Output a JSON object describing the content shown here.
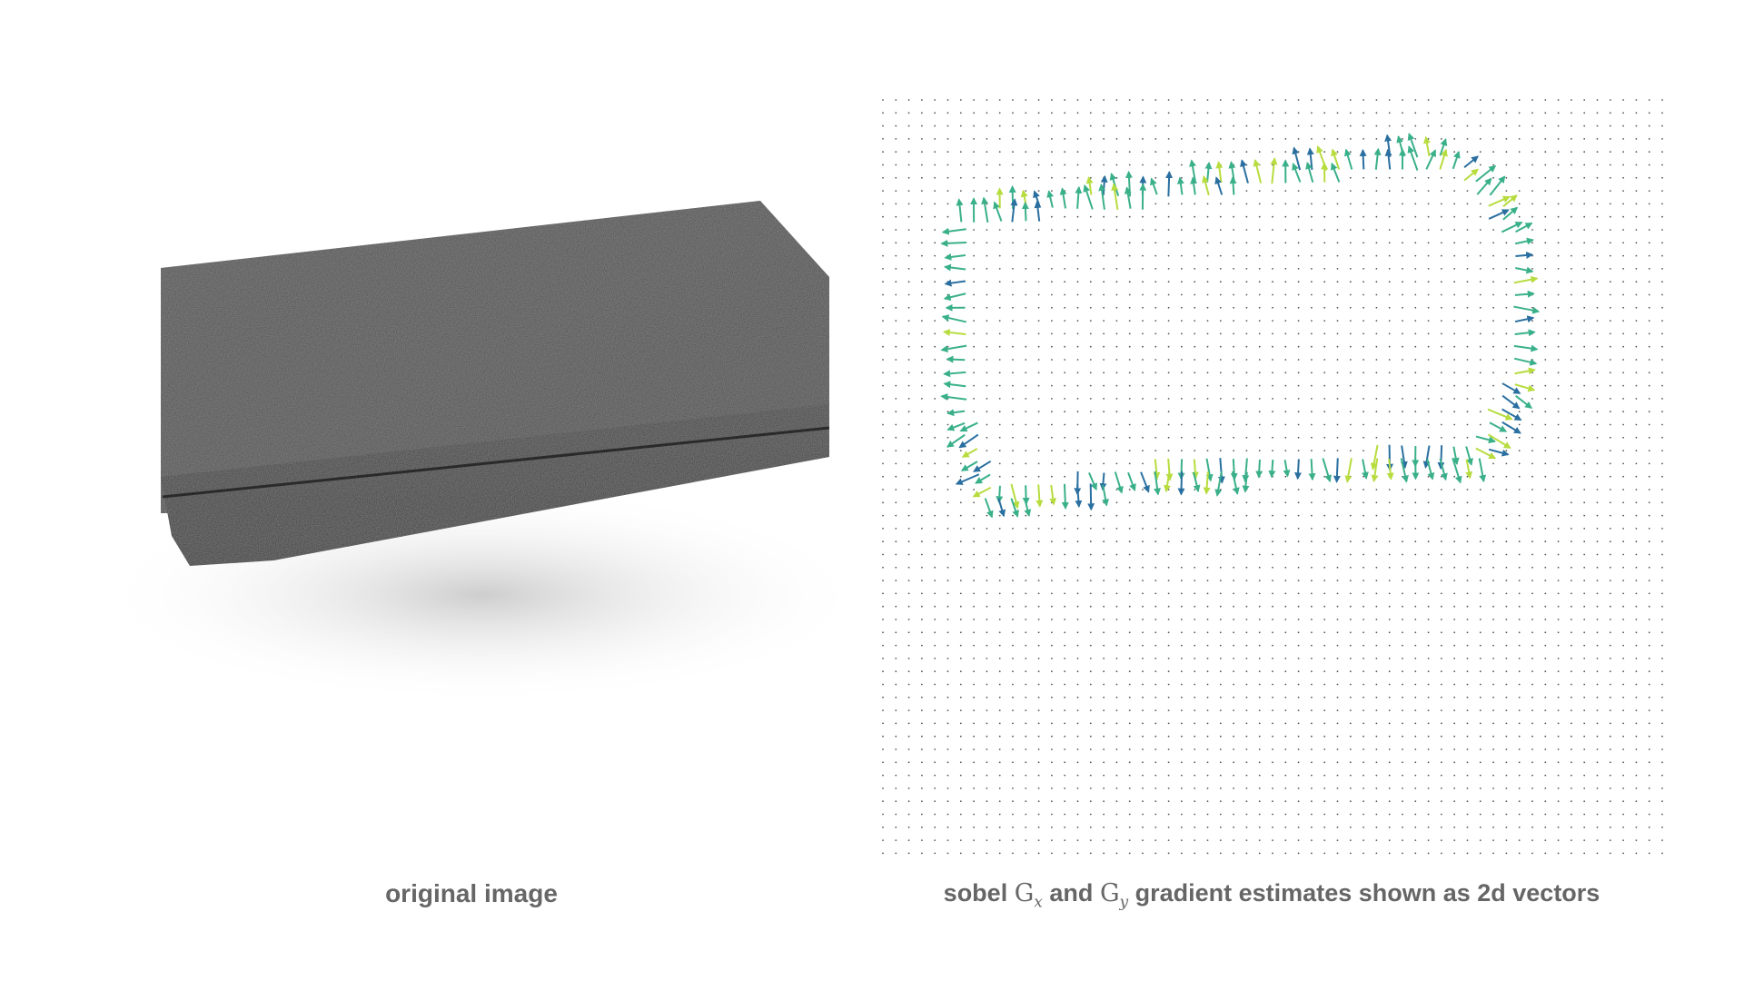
{
  "captions": {
    "left": "original image",
    "right": {
      "prefix": "sobel",
      "gx": {
        "base": "G",
        "sub": "x"
      },
      "and": "and",
      "gy": {
        "base": "G",
        "sub": "y"
      },
      "suffix": "gradient estimates shown as 2d vectors"
    }
  },
  "colors": {
    "background": "#ffffff",
    "caption": "#666666",
    "brick_top": "#4a4a4a",
    "brick_side": "#323232",
    "grid_dot": "#555555",
    "vector_low": "#2a6fa0",
    "vector_mid": "#3ab08a",
    "vector_high": "#d7e84a"
  },
  "vector_field": {
    "grid_columns": 60,
    "grid_rows": 59,
    "edge_polygon_pixels": "outline of brick: left edge, top edge, right edge, bottom edge",
    "colormap": "viridis"
  }
}
